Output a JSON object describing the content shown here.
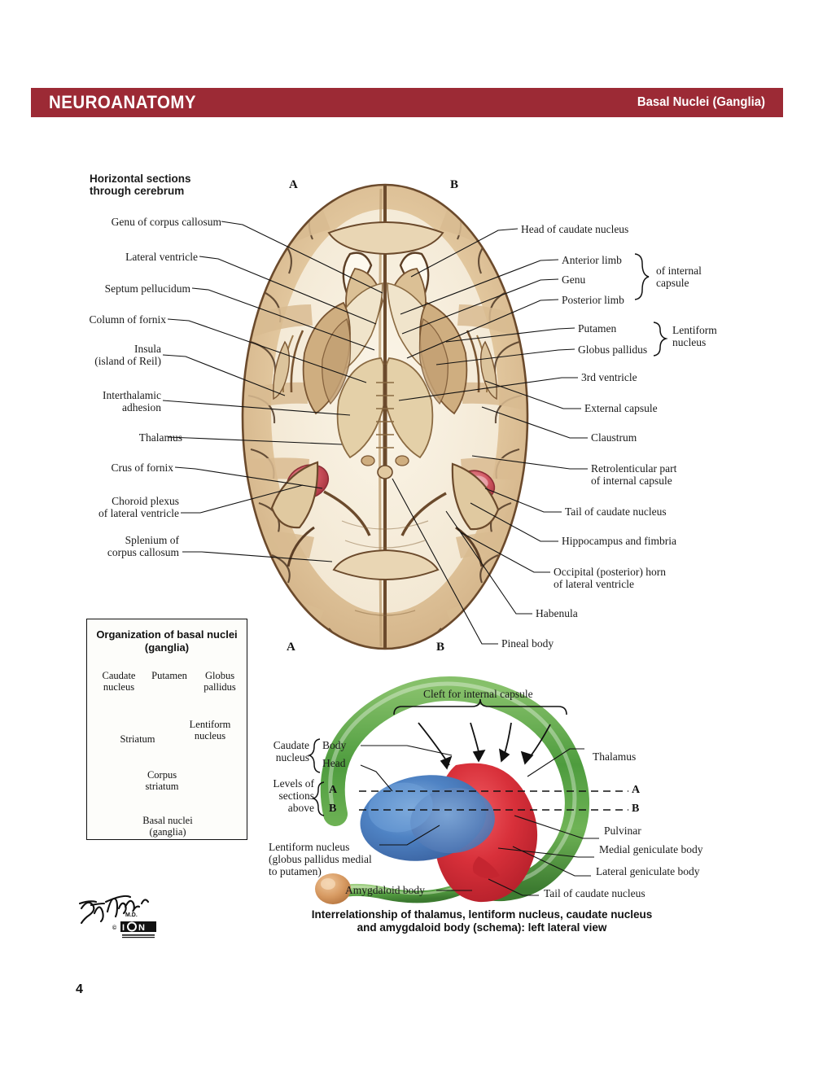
{
  "banner": {
    "left_title": "NEUROANATOMY",
    "right_title": "Basal Nuclei (Ganglia)",
    "color": "#9c2a35"
  },
  "page_number": "4",
  "figure_top": {
    "title": "Horizontal sections\nthrough cerebrum",
    "section_markers": [
      "A",
      "B",
      "A",
      "B"
    ],
    "labels_left": [
      "Genu of corpus callosum",
      "Lateral ventricle",
      "Septum pellucidum",
      "Column of fornix",
      "Insula\n(island of Reil)",
      "Interthalamic\nadhesion",
      "Thalamus",
      "Crus of fornix",
      "Choroid plexus\nof lateral ventricle",
      "Splenium of\ncorpus callosum"
    ],
    "labels_right": [
      "Head of caudate nucleus",
      "Anterior limb",
      "Genu",
      "Posterior limb",
      "Putamen",
      "Globus pallidus",
      "3rd ventricle",
      "External capsule",
      "Claustrum",
      "Retrolenticular part\nof internal capsule",
      "Tail of caudate nucleus",
      "Hippocampus and fimbria",
      "Occipital (posterior) horn\nof lateral ventricle",
      "Habenula",
      "Pineal body"
    ],
    "brace_groups": [
      {
        "text": "of internal\ncapsule"
      },
      {
        "text": "Lentiform\nnucleus"
      }
    ]
  },
  "org_box": {
    "title": "Organization of\nbasal nuclei (ganglia)",
    "row1": [
      "Caudate\nnucleus",
      "Putamen",
      "Globus\npallidus"
    ],
    "lentiform": "Lentiform\nnucleus",
    "striatum": "Striatum",
    "corpus_striatum": "Corpus\nstriatum",
    "basal_nuclei": "Basal nuclei\n(ganglia)"
  },
  "schema": {
    "cleft_label": "Cleft for internal capsule",
    "caudate_group_label": "Caudate\nnucleus",
    "caudate_parts": [
      "Body",
      "Head"
    ],
    "levels_label": "Levels of\nsections\nabove",
    "level_marks": [
      "A",
      "B"
    ],
    "level_marks_right": [
      "A",
      "B"
    ],
    "labels_right": [
      "Thalamus",
      "Pulvinar",
      "Medial geniculate body",
      "Lateral geniculate body",
      "Tail of caudate nucleus"
    ],
    "labels_left": [
      "Lentiform nucleus\n(globus pallidus medial\nto putamen)",
      "Amygdaloid body"
    ],
    "caption": "Interrelationship of thalamus, lentiform nucleus, caudate\nnucleus and amygdaloid body (schema): left lateral view",
    "colors": {
      "caudate_green": "#5ca34a",
      "lentiform_blue": "#4a78c0",
      "thalamus_red": "#d8303a",
      "amygdala_tan": "#d79a62"
    }
  },
  "signature": {
    "artist": "F. Netter",
    "credentials": "M.D.",
    "publisher": "ICON",
    "mark": "©"
  }
}
